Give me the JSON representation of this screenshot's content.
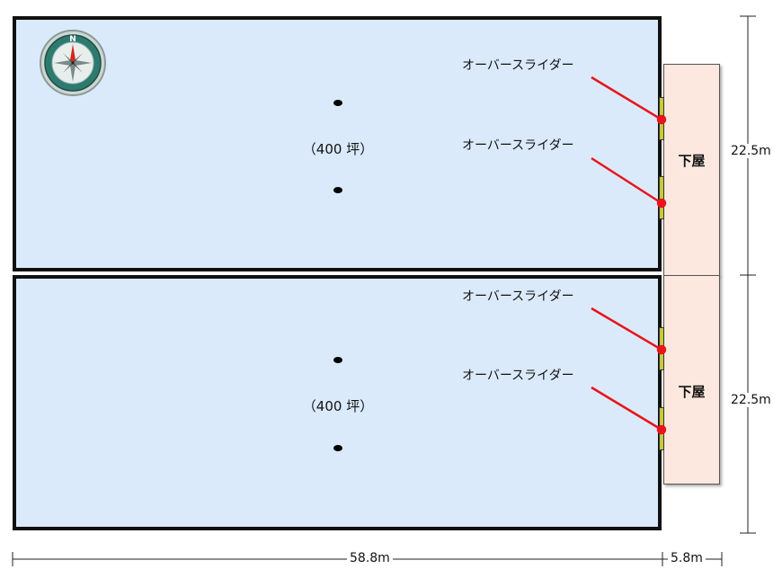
{
  "compass": {
    "letter": "N",
    "icon": "compass-rose-icon"
  },
  "rooms": [
    {
      "area": "（400 坪）"
    },
    {
      "area": "（400 坪）"
    }
  ],
  "annexes": [
    {
      "label": "下屋"
    },
    {
      "label": "下屋"
    }
  ],
  "doors": [
    {
      "label": "オーバースライダー"
    },
    {
      "label": "オーバースライダー"
    },
    {
      "label": "オーバースライダー"
    },
    {
      "label": "オーバースライダー"
    }
  ],
  "dimensions": {
    "height_top": "22.5m",
    "height_bottom": "22.5m",
    "width_main": "58.8m",
    "width_annex": "5.8m"
  },
  "colors": {
    "room_fill": "#dbeafb",
    "annex_fill": "#fce8de",
    "door_fill": "#c6c93a",
    "leader_line": "#e8141c"
  }
}
